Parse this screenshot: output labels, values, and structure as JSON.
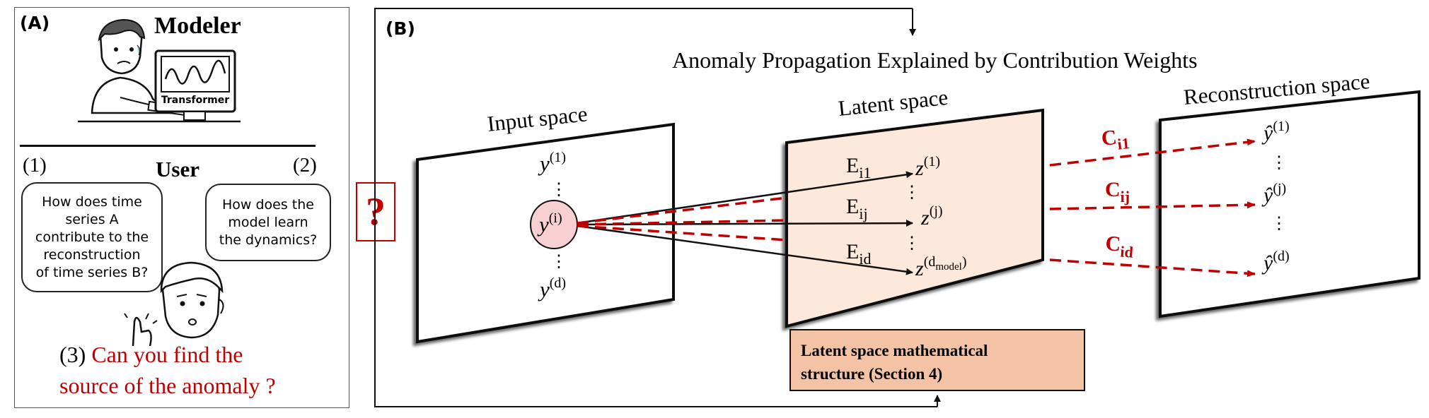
{
  "panelA": {
    "label": "(A)",
    "modeler_title": "Modeler",
    "monitor_text": "Transformer",
    "user_title": "User",
    "q1_num": "(1)",
    "q2_num": "(2)",
    "q1_lines": [
      "How does time",
      "series A",
      "contribute to the",
      "reconstruction",
      "of time series B?"
    ],
    "q2_lines": [
      "How does the",
      "model learn",
      "the dynamics?"
    ],
    "q3_num": "(3)",
    "q3_line1": "Can you find the",
    "q3_line2": "source of the anomaly ?"
  },
  "question_mark": "?",
  "panelB": {
    "label": "(B)",
    "title": "Anomaly Propagation Explained by Contribution Weights",
    "input_space_label": "Input space",
    "latent_space_label": "Latent space",
    "reconstruction_space_label": "Reconstruction space",
    "input_nodes": {
      "top": "y",
      "top_sup": "(1)",
      "mid": "y",
      "mid_sup": "(i)",
      "bottom": "y",
      "bottom_sup": "(d)"
    },
    "latent_nodes": {
      "top": "z",
      "top_sup": "(1)",
      "mid": "z",
      "mid_sup": "(j)",
      "bottom": "z",
      "bottom_sup": "(d",
      "bottom_sub": "model",
      "bottom_close": ")"
    },
    "recon_nodes": {
      "top": "ŷ",
      "top_sup": "(1)",
      "mid": "ŷ",
      "mid_sup": "(j)",
      "bottom": "ŷ",
      "bottom_sup": "(d)"
    },
    "encoder_weights": {
      "e1": "E",
      "e1_sub": "i1",
      "ej": "E",
      "ej_sub": "ij",
      "ed": "E",
      "ed_sub": "id"
    },
    "contribution_weights": {
      "c1": "C",
      "c1_sub": "i1",
      "cj": "C",
      "cj_sub": "ij",
      "cd": "C",
      "cd_sub": "id"
    },
    "vdots": "⋮",
    "structure_box_line1": "Latent space mathematical",
    "structure_box_line2": "structure (Section 4)"
  },
  "colors": {
    "red": "#c00000",
    "latent_fill": "#fde9dc",
    "node_fill": "#f8cfd3",
    "box_fill": "#f4c3a6"
  }
}
